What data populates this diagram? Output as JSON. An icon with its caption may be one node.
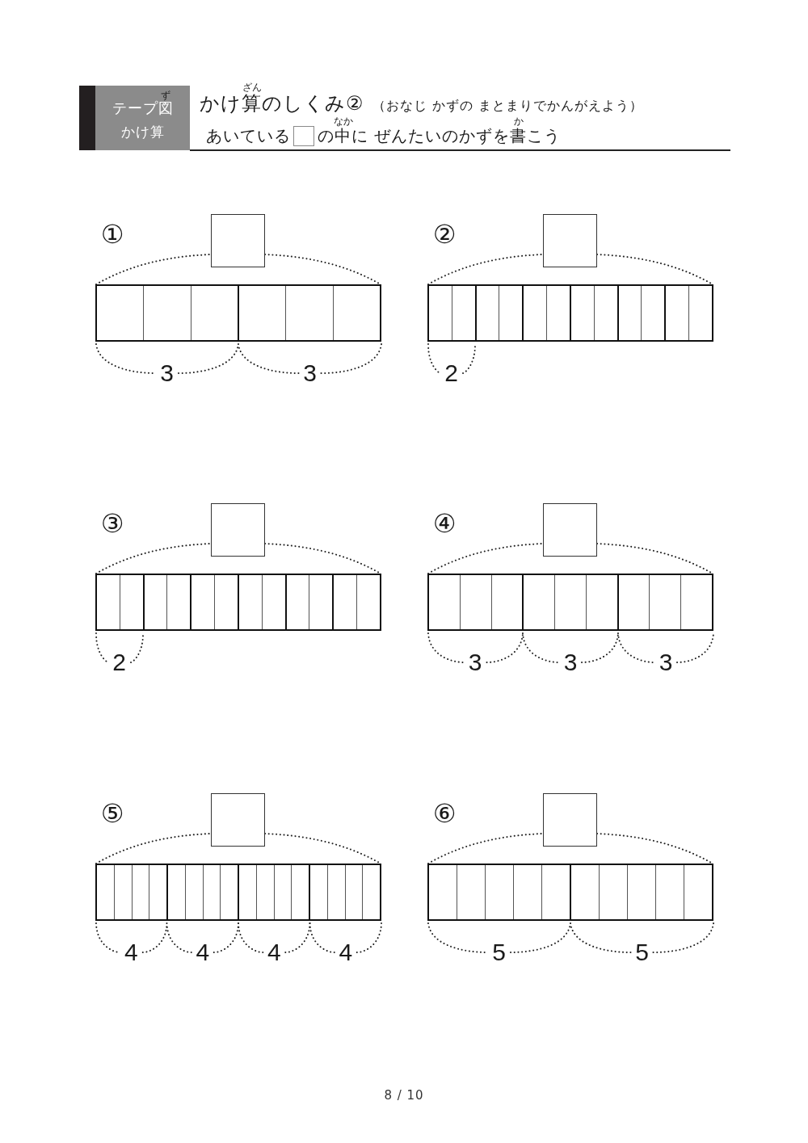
{
  "diagram": {
    "title": "かけ算のしくみ②",
    "nodes": [
      {
        "text": [
          "ず",
          "テープ図",
          "かけ算"
        ]
      },
      {
        "text": [],
        "shape": "box"
      },
      {
        "text": [],
        "shape": "bar",
        "beside": [
          "3",
          "3"
        ]
      },
      {
        "text": [],
        "shape": "box"
      },
      {
        "text": [],
        "shape": "bar",
        "beside": [
          "2"
        ]
      },
      {
        "text": [],
        "shape": "box"
      },
      {
        "text": [],
        "shape": "bar",
        "beside": [
          "2"
        ]
      },
      {
        "text": [],
        "shape": "box"
      },
      {
        "text": [],
        "shape": "bar",
        "beside": [
          "3",
          "3",
          "3"
        ]
      },
      {
        "text": [],
        "shape": "box"
      },
      {
        "text": [],
        "shape": "bar",
        "beside": [
          "4",
          "4",
          "4",
          "4"
        ]
      },
      {
        "text": [],
        "shape": "box"
      },
      {
        "text": [],
        "shape": "bar",
        "beside": [
          "5",
          "5"
        ]
      }
    ],
    "edges": [
      {
        "from": 2,
        "to": 1,
        "arrow": "none",
        "style": "dashed"
      },
      {
        "from": 1,
        "to": 2,
        "arrow": "none",
        "style": "dashed"
      },
      {
        "from": 4,
        "to": 3,
        "arrow": "none",
        "style": "dashed"
      },
      {
        "from": 3,
        "to": 4,
        "arrow": "none",
        "style": "dashed"
      },
      {
        "from": 6,
        "to": 5,
        "arrow": "none",
        "style": "dashed"
      },
      {
        "from": 5,
        "to": 6,
        "arrow": "none",
        "style": "dashed"
      },
      {
        "from": 8,
        "to": 7,
        "arrow": "none",
        "style": "dashed"
      },
      {
        "from": 7,
        "to": 8,
        "arrow": "none",
        "style": "dashed"
      },
      {
        "from": 10,
        "to": 9,
        "arrow": "none",
        "style": "dashed"
      },
      {
        "from": 9,
        "to": 10,
        "arrow": "none",
        "style": "dashed"
      },
      {
        "from": 12,
        "to": 11,
        "arrow": "none",
        "style": "dashed"
      },
      {
        "from": 11,
        "to": 12,
        "arrow": "none",
        "style": "dashed"
      }
    ],
    "labels": [
      "ざん",
      "（おなじ かずの まとまりでかんがえよう）",
      "なか",
      "か",
      "あいている",
      "の中に ぜんたいのかずを書こう",
      "①",
      "②",
      "③",
      "④",
      "⑤",
      "⑥",
      "8 / 10"
    ]
  }
}
